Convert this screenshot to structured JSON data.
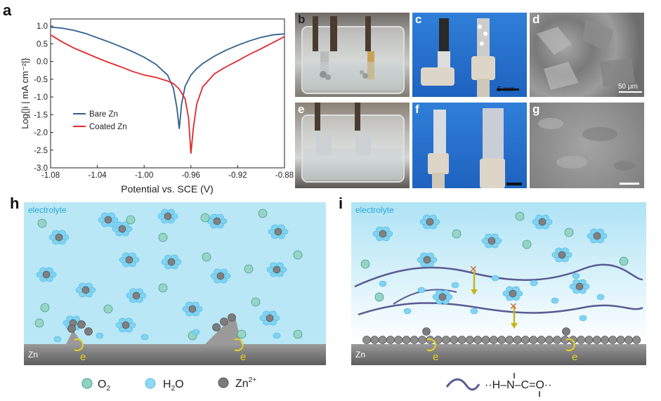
{
  "panels": {
    "a": "a",
    "b": "b",
    "c": "c",
    "d": "d",
    "e": "e",
    "f": "f",
    "g": "g",
    "h": "h",
    "i": "i"
  },
  "chart_data": {
    "type": "line",
    "xlabel": "Potential vs. SCE (V)",
    "ylabel": "Log{|i | mA cm⁻²|}",
    "xlim": [
      -1.08,
      -0.88
    ],
    "ylim": [
      -3.0,
      1.2
    ],
    "xticks": [
      "-1.08",
      "-1.04",
      "-1.00",
      "-0.96",
      "-0.92",
      "-0.88"
    ],
    "xtick_values": [
      -1.08,
      -1.04,
      -1.0,
      -0.96,
      -0.92,
      -0.88
    ],
    "yticks": [
      "1.0",
      "0.5",
      "0.0",
      "-0.5",
      "-1.0",
      "-1.5",
      "-2.0",
      "-2.5",
      "-3.0"
    ],
    "ytick_values": [
      1.0,
      0.5,
      0.0,
      -0.5,
      -1.0,
      -1.5,
      -2.0,
      -2.5,
      -3.0
    ],
    "legend_position": "lower-left",
    "series": [
      {
        "name": "Bare Zn",
        "color": "#2f5f8f",
        "x": [
          -1.08,
          -1.07,
          -1.06,
          -1.05,
          -1.04,
          -1.03,
          -1.02,
          -1.01,
          -1.0,
          -0.99,
          -0.98,
          -0.975,
          -0.972,
          -0.97,
          -0.968,
          -0.965,
          -0.96,
          -0.955,
          -0.95,
          -0.94,
          -0.93,
          -0.92,
          -0.91,
          -0.9,
          -0.89,
          -0.88
        ],
        "y": [
          0.97,
          0.94,
          0.88,
          0.79,
          0.67,
          0.55,
          0.42,
          0.28,
          0.12,
          -0.08,
          -0.38,
          -0.75,
          -1.3,
          -1.9,
          -1.2,
          -0.7,
          -0.38,
          -0.2,
          -0.06,
          0.15,
          0.32,
          0.46,
          0.58,
          0.68,
          0.75,
          0.78
        ]
      },
      {
        "name": "Coated Zn",
        "color": "#e0282a",
        "x": [
          -1.08,
          -1.07,
          -1.06,
          -1.05,
          -1.04,
          -1.03,
          -1.02,
          -1.01,
          -1.0,
          -0.99,
          -0.98,
          -0.975,
          -0.97,
          -0.965,
          -0.962,
          -0.96,
          -0.958,
          -0.955,
          -0.95,
          -0.94,
          -0.93,
          -0.92,
          -0.91,
          -0.9,
          -0.89,
          -0.88
        ],
        "y": [
          0.75,
          0.55,
          0.38,
          0.24,
          0.1,
          -0.03,
          -0.15,
          -0.28,
          -0.38,
          -0.45,
          -0.55,
          -0.62,
          -0.78,
          -1.05,
          -1.6,
          -2.6,
          -1.9,
          -1.2,
          -0.72,
          -0.35,
          -0.15,
          0.02,
          0.2,
          0.36,
          0.53,
          0.7
        ]
      }
    ]
  },
  "photos": {
    "scalebar_c": "5 mm",
    "scalebar_d": "50 μm"
  },
  "schematic": {
    "electrolyte_h": "electrolyte",
    "electrolyte_i": "electrolyte",
    "zn_h": "Zn",
    "zn_i": "Zn",
    "electron": "e"
  },
  "legend": {
    "o2": "O",
    "o2_sub": "2",
    "h2o": "H",
    "h2o_sub": "2",
    "h2o_tail": "O",
    "zn": "Zn",
    "zn_sup": "2+",
    "polymer_formula": "··H–N–C=O··"
  },
  "colors": {
    "electrolyte_top": "#d9f2fb",
    "electrolyte": "#b7e6f6",
    "zn_surface": "#8a8a8a",
    "polymer": "#5a5a92",
    "electron_arrow": "#e6d21a"
  }
}
